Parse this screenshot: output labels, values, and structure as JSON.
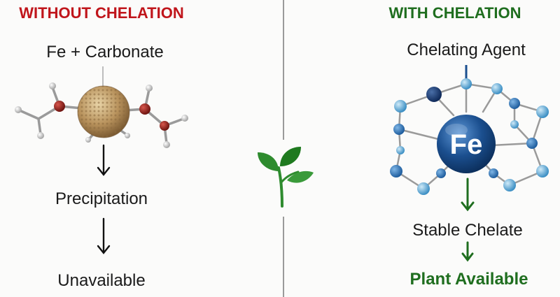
{
  "left": {
    "heading": "WITHOUT CHELATION",
    "molecule_label": "Fe + Carbonate",
    "step1": "Precipitation",
    "step2": "Unavailable"
  },
  "right": {
    "heading": "WITH CHELATION",
    "agent_label": "Chelating Agent",
    "center_atom": "Fe",
    "step1": "Stable Chelate",
    "step2": "Plant Available"
  },
  "colors": {
    "left_heading": "#c0151b",
    "right_heading": "#1f6e1f",
    "plant_green": "#2e8b2e",
    "fe_blue": "#1b4f8f"
  },
  "icons": {
    "center": "sprout-icon"
  }
}
